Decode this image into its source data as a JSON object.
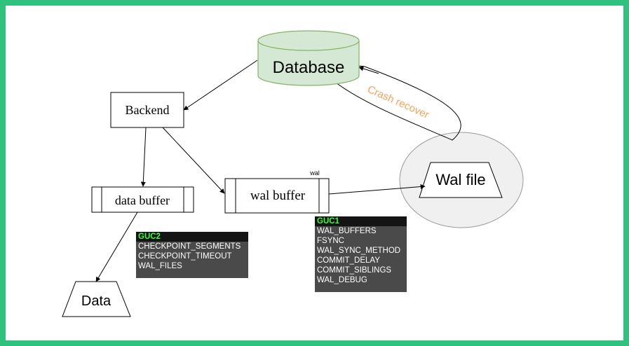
{
  "nodes": {
    "database": "Database",
    "backend": "Backend",
    "data_buffer": "data buffer",
    "wal_buffer": "wal buffer",
    "wal_tag": "wal",
    "wal_file": "Wal file",
    "data": "Data"
  },
  "edge_labels": {
    "crash_recover": "Crash recover"
  },
  "guc_boxes": [
    {
      "header": "GUC2",
      "items": [
        "CHECKPOINT_SEGMENTS",
        "CHECKPOINT_TIMEOUT",
        "WAL_FILES"
      ]
    },
    {
      "header": "GUC1",
      "items": [
        "WAL_BUFFERS",
        "FSYNC",
        "WAL_SYNC_METHOD",
        "COMMIT_DELAY",
        "COMMIT_SIBLINGS",
        "WAL_DEBUG"
      ]
    }
  ],
  "colors": {
    "frame": "#2ec27e",
    "database_fill": "#d5e8d4",
    "database_stroke": "#82b366",
    "crash_recover_text": "#f4a35a",
    "wal_file_ellipse": "#f0f0f0",
    "guc_header_text": "#39ff39",
    "guc_body": "#4a4a4a"
  }
}
